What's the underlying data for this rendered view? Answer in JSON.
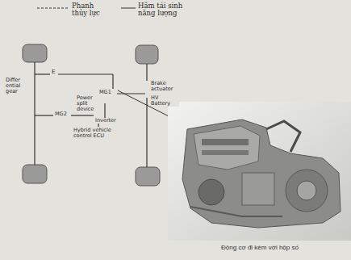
{
  "diagram": {
    "caption": "Động cơ đi kèm với hộp số",
    "labels": [
      "Phanh thủy lực",
      "Hãm tái sinh năng lượng",
      "E",
      "Differ ential gear",
      "Brake actuator",
      "MG1",
      "Power split device",
      "HV Battery",
      "MG2",
      "Inverter",
      "Hybrid vehicle control ECU"
    ]
  }
}
